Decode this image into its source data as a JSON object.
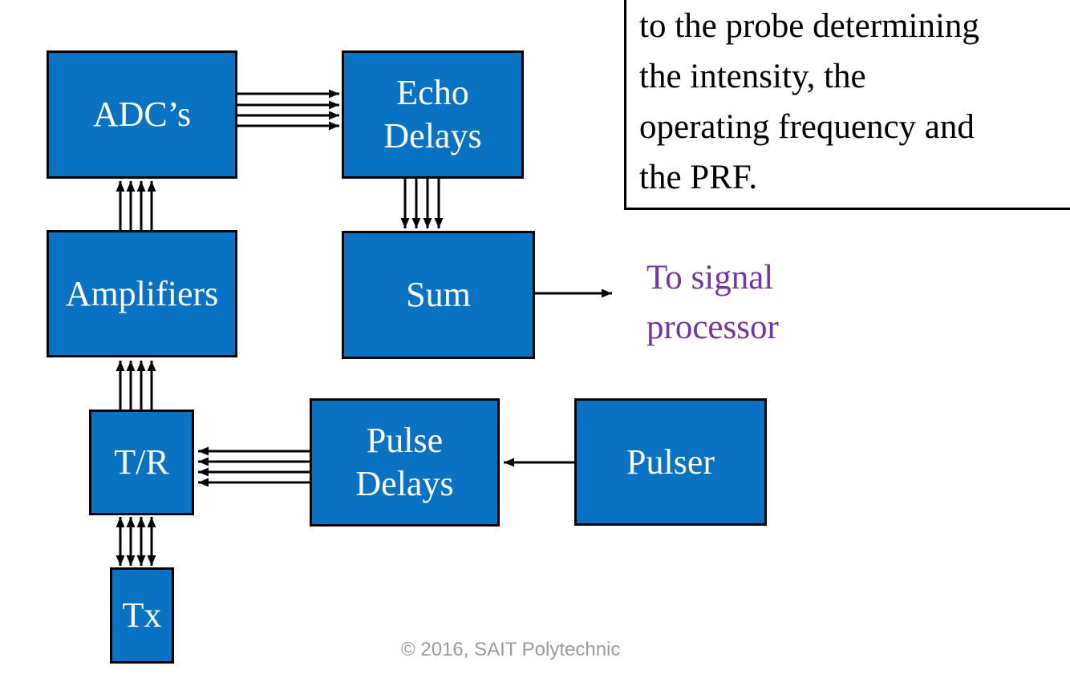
{
  "slide": {
    "textbox": {
      "lines": [
        "to the probe determining",
        "the intensity, the",
        "operating frequency and",
        "the PRF."
      ]
    },
    "blocks": {
      "adcs": {
        "label": "ADC’s"
      },
      "echo_delays": {
        "line1": "Echo",
        "line2": "Delays"
      },
      "amplifiers": {
        "label": "Amplifiers"
      },
      "sum": {
        "label": "Sum"
      },
      "tr": {
        "label": "T/R"
      },
      "pulse_delays": {
        "line1": "Pulse",
        "line2": "Delays"
      },
      "pulser": {
        "label": "Pulser"
      },
      "tx": {
        "label": "Tx"
      }
    },
    "annotations": {
      "to_signal": {
        "line1": "To signal",
        "line2": "processor"
      },
      "copyright": "© 2016, SAIT Polytechnic"
    },
    "colors": {
      "block_fill": "#0a72c2",
      "block_text": "#ffffff",
      "line_color": "#000000",
      "to_signal_purple": "#7335a2",
      "copyright_gray": "#9b9b9b"
    }
  }
}
